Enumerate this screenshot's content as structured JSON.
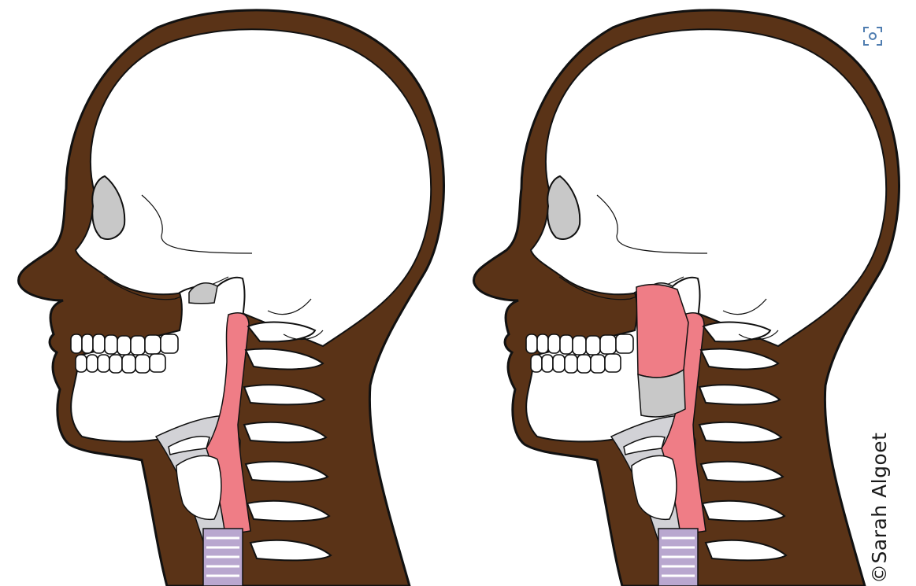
{
  "credit": "©Sarah Algoet",
  "icons": {
    "lens": "visual-search-icon"
  },
  "colors": {
    "skin": "#5a3317",
    "bone": "#ffffff",
    "outline": "#111111",
    "cavity": "#c7c7c7",
    "tissue": "#d2d2d6",
    "airway": "#ef7d86",
    "trachea": "#b9a7cf"
  },
  "figures": [
    {
      "id": "head-left",
      "view": "lateral"
    },
    {
      "id": "head-right",
      "view": "lateral"
    }
  ]
}
